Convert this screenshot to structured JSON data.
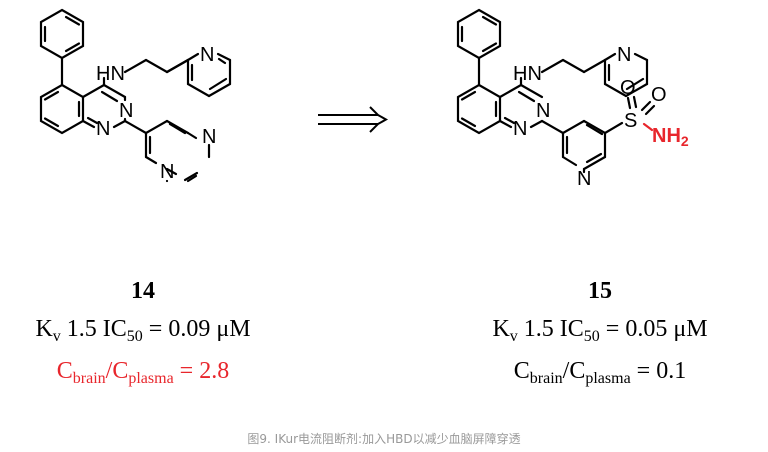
{
  "compound_left": {
    "id": "14",
    "kv_prefix": "K",
    "kv_sub": "v",
    "ic_prefix": " 1.5 IC",
    "ic_sub": "50",
    "ic_value": " = 0.09 μM",
    "brain_C1": "C",
    "brain_sub1": "brain",
    "brain_slash": "/C",
    "brain_sub2": "plasma",
    "brain_value": " = 2.8"
  },
  "compound_right": {
    "id": "15",
    "kv_prefix": "K",
    "kv_sub": "v",
    "ic_prefix": " 1.5 IC",
    "ic_sub": "50",
    "ic_value": " = 0.05 μM",
    "brain_C1": "C",
    "brain_sub1": "brain",
    "brain_slash": "/C",
    "brain_sub2": "plasma",
    "brain_value": " = 0.1"
  },
  "atoms": {
    "hn": "HN",
    "n": "N",
    "s": "S",
    "o": "O",
    "nh": "NH",
    "nh_sub": "2"
  },
  "caption": "图9. IKur电流阻断剂:加入HBD以减少血脑屏障穿透",
  "colors": {
    "highlight": "#e8262c",
    "ink": "#000000",
    "caption": "#999999"
  }
}
